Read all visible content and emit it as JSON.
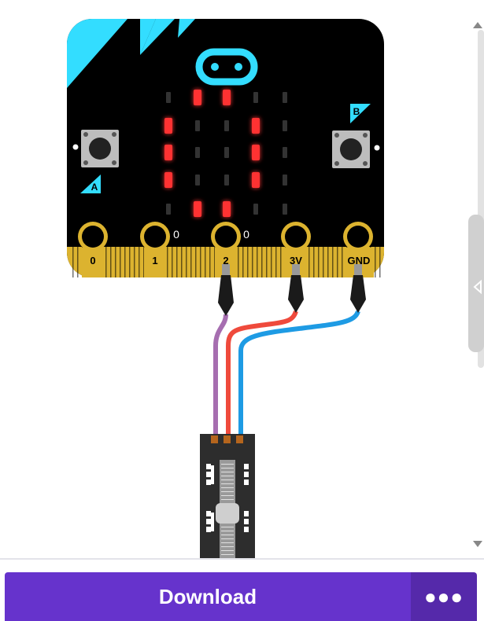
{
  "simulator": {
    "pins": {
      "p0": "0",
      "p1": "1",
      "p2": "2",
      "v3": "3V",
      "gnd": "GND"
    },
    "pin_values": {
      "p1": "0",
      "p2": "0"
    },
    "buttons": {
      "a": "A",
      "b": "B"
    },
    "led_matrix": [
      [
        0,
        1,
        1,
        0,
        0
      ],
      [
        1,
        0,
        0,
        1,
        0
      ],
      [
        1,
        0,
        0,
        1,
        0
      ],
      [
        1,
        0,
        0,
        1,
        0
      ],
      [
        0,
        1,
        1,
        0,
        0
      ]
    ],
    "colors": {
      "board": "#000000",
      "corner_accent": "#33ddff",
      "pin_gold": "#dcb32f",
      "led_on": "#ff3333",
      "wire_signal": "#a66eb0",
      "wire_power": "#ef4a3c",
      "wire_ground": "#1e9be4"
    }
  },
  "actions": {
    "download_label": "Download",
    "more_label": "●●●"
  }
}
